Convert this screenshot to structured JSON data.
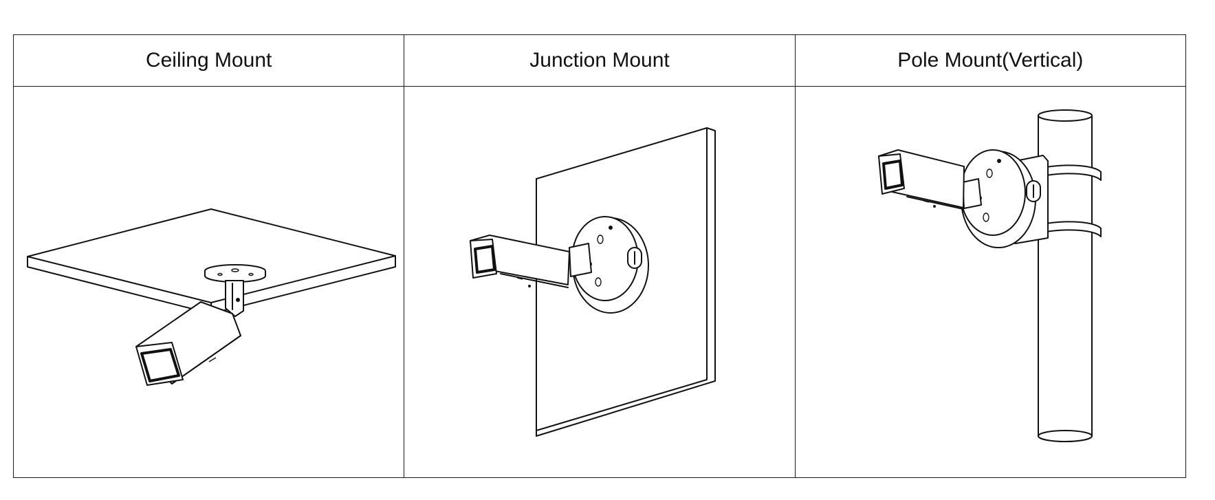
{
  "mounts": [
    {
      "label": "Ceiling Mount",
      "icon": "ceiling-mount-diagram-icon"
    },
    {
      "label": "Junction Mount",
      "icon": "junction-mount-diagram-icon"
    },
    {
      "label": "Pole Mount(Vertical)",
      "icon": "pole-mount-diagram-icon"
    }
  ],
  "colors": {
    "line": "#111111",
    "background": "#ffffff"
  }
}
